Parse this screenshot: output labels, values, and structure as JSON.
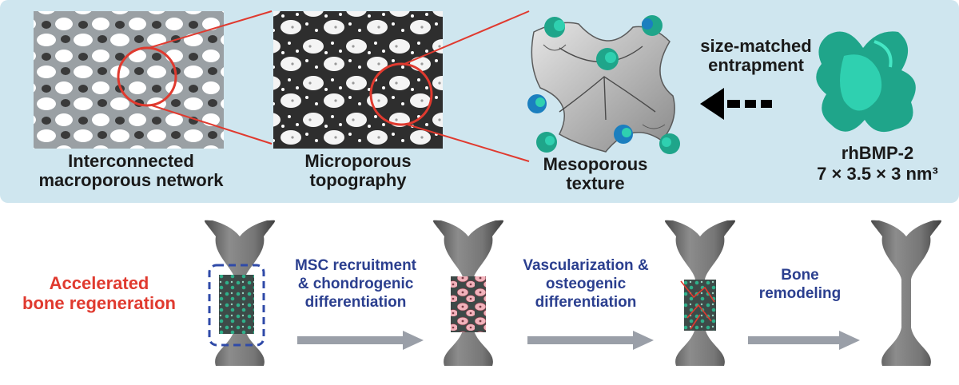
{
  "top_panel": {
    "labels": {
      "macro": "Interconnected\nmacroporous network",
      "micro": "Microporous\ntopography",
      "meso": "Mesoporous\ntexture",
      "entrapment": "size-matched\nentrapment",
      "protein_name": "rhBMP-2",
      "protein_size": "7 × 3.5 × 3 nm³"
    }
  },
  "bottom_panel": {
    "title": "Accelerated\nbone regeneration",
    "steps": [
      "MSC recruitment\n& chondrogenic\ndifferentiation",
      "Vascularization &\nosteogenic\ndifferentiation",
      "Bone\nremodeling"
    ]
  },
  "colors": {
    "panel_bg": "#cfe6ef",
    "bone_gray": "#6e6e6e",
    "accent_red": "#e03a2f",
    "step_blue": "#2b3f8f",
    "arrow_gray": "#9a9fa8",
    "protein_green": "#1fa58a"
  }
}
